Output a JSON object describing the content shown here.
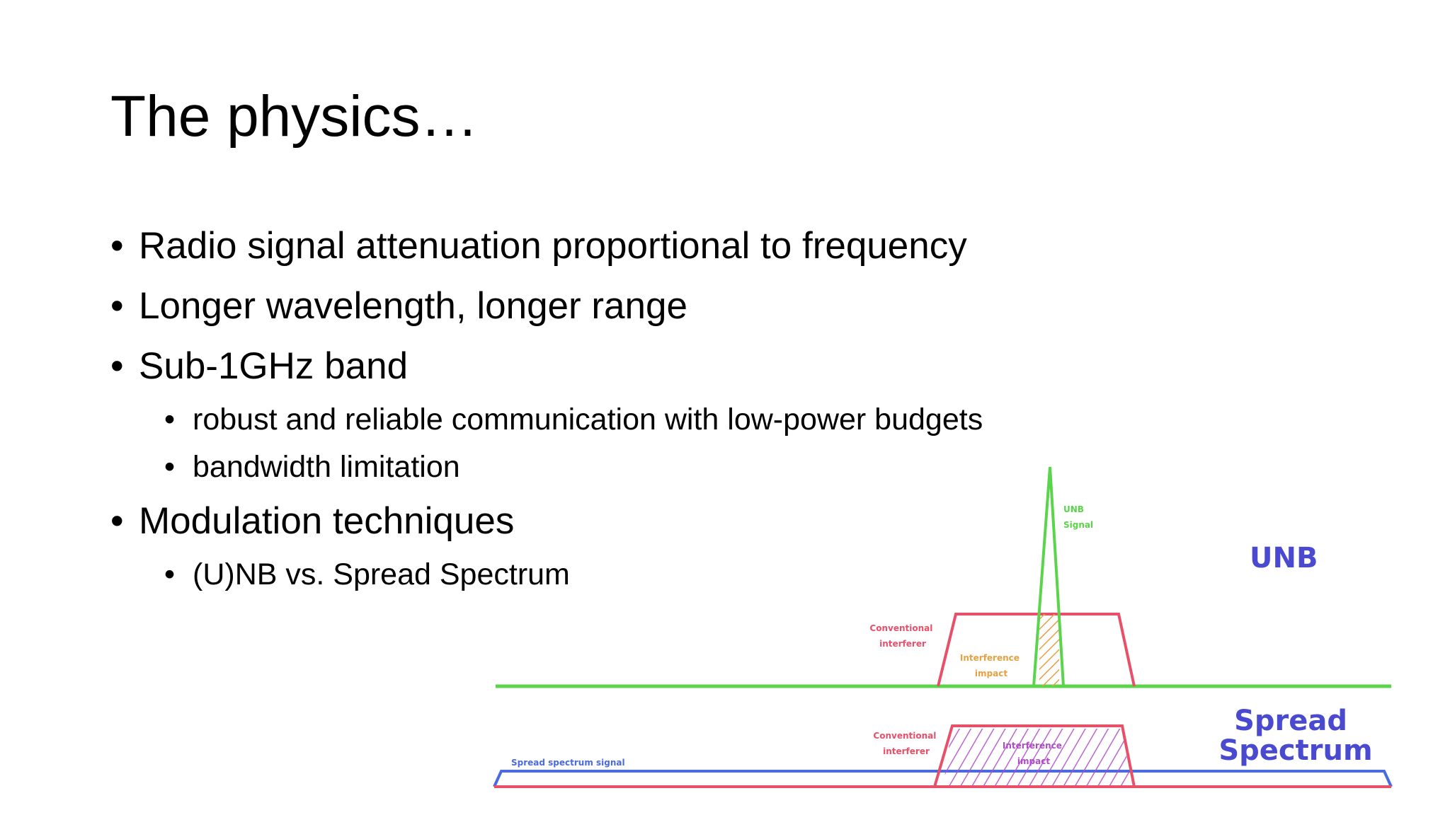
{
  "slide": {
    "title": "The physics…",
    "bullets": [
      {
        "level": 1,
        "text": "Radio signal attenuation proportional to frequency"
      },
      {
        "level": 1,
        "text": "Longer wavelength, longer range"
      },
      {
        "level": 1,
        "text": "Sub-1GHz band"
      },
      {
        "level": 2,
        "text": "robust and reliable communication with low-power budgets"
      },
      {
        "level": 2,
        "text": "bandwidth limitation"
      },
      {
        "level": 1,
        "text": "Modulation techniques"
      },
      {
        "level": 2,
        "text": "(U)NB vs. Spread Spectrum"
      }
    ]
  },
  "diagram": {
    "unb_label": "UNB",
    "spread_label_line1": "Spread",
    "spread_label_line2": "Spectrum",
    "unb_signal_label_line1": "UNB",
    "unb_signal_label_line2": "Signal",
    "interferer_label_line1": "Conventional",
    "interferer_label_line2": "interferer",
    "impact_label_line1": "Interference",
    "impact_label_line2": "impact",
    "spread_signal_label": "Spread spectrum signal",
    "colors": {
      "unb": "#5ad44a",
      "interferer": "#e8506a",
      "impact": "#e8a040",
      "spread": "#4a6ae0",
      "label_blue": "#4a4ad0",
      "impact_purple": "#b04ac8"
    }
  }
}
